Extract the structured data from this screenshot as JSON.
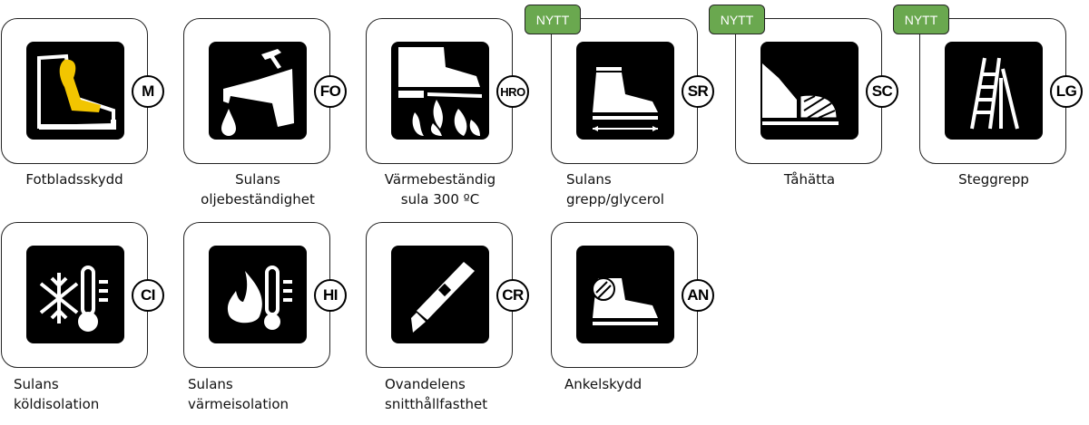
{
  "new_badge": "NYTT",
  "items": [
    {
      "code": "M",
      "label1": "Fotbladsskydd",
      "label2": "",
      "icon": "boot-midsole-icon"
    },
    {
      "code": "FO",
      "label1": "Sulans",
      "label2": "oljebeständighet",
      "icon": "oil-drip-icon"
    },
    {
      "code": "HRO",
      "label1": "Värmebeständig",
      "label2": "sula 300 ºC",
      "icon": "boot-over-fire-icon"
    },
    {
      "code": "SR",
      "label1": "Sulans",
      "label2": "grepp/glycerol",
      "icon": "shoe-slip-icon",
      "new": true
    },
    {
      "code": "SC",
      "label1": "Tåhätta",
      "label2": "",
      "icon": "toe-cap-icon",
      "new": true
    },
    {
      "code": "LG",
      "label1": "Steggrepp",
      "label2": "",
      "icon": "ladder-icon",
      "new": true
    },
    {
      "code": "CI",
      "label1": "Sulans",
      "label2": "köldisolation",
      "icon": "cold-thermometer-icon"
    },
    {
      "code": "HI",
      "label1": "Sulans",
      "label2": "värmeisolation",
      "icon": "heat-thermometer-icon"
    },
    {
      "code": "CR",
      "label1": "Ovandelens",
      "label2": "snitthållfasthet",
      "icon": "cutter-knife-icon"
    },
    {
      "code": "AN",
      "label1": "Ankelskydd",
      "label2": "",
      "icon": "ankle-protection-icon"
    }
  ],
  "colors": {
    "new_badge": "#6aa84f",
    "midsole": "#f2c500"
  }
}
